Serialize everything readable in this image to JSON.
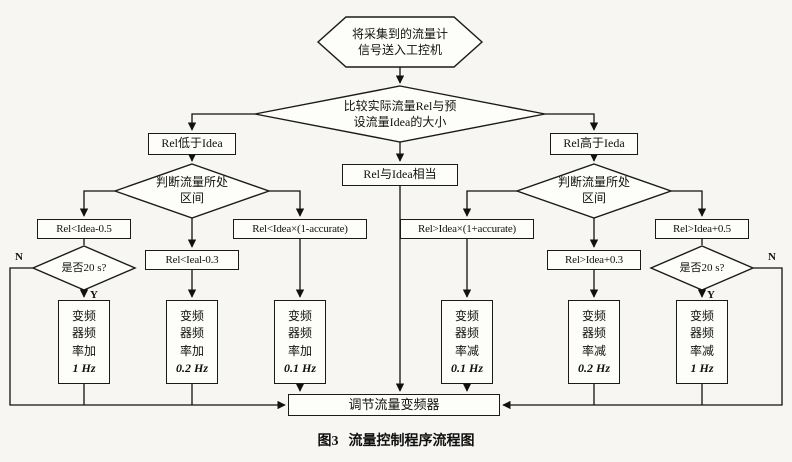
{
  "caption": {
    "figure": "图3",
    "title": "流量控制程序流程图"
  },
  "start": "将采集到的流量计\n信号送入工控机",
  "compare": "比较实际流量Rel与预\n设流量Idea的大小",
  "branch_low": "Rel低于Idea",
  "branch_equal": "Rel与Idea相当",
  "branch_high": "Rel高于Ieda",
  "judge_left": "判断流量所处\n区间",
  "judge_right": "判断流量所处\n区间",
  "cond_l1": "Rel<Idea-0.5",
  "cond_l2": "Rel<Ieal-0.3",
  "cond_l3": "Rel<Idea×(1-accurate)",
  "cond_r1": "Rel>Idea×(1+accurate)",
  "cond_r2": "Rel>Idea+0.3",
  "cond_r3": "Rel>Idea+0.5",
  "timer_left": "是否20 s?",
  "timer_right": "是否20 s?",
  "labels": {
    "n": "N",
    "y": "Y"
  },
  "freq": [
    {
      "lines": "变频\n器频\n率加",
      "value": "1 Hz"
    },
    {
      "lines": "变频\n器频\n率加",
      "value": "0.2 Hz"
    },
    {
      "lines": "变频\n器频\n率加",
      "value": "0.1 Hz"
    },
    {
      "lines": "变频\n器频\n率减",
      "value": "0.1 Hz"
    },
    {
      "lines": "变频\n器频\n率减",
      "value": "0.2 Hz"
    },
    {
      "lines": "变频\n器频\n率减",
      "value": "1 Hz"
    }
  ],
  "adjust": "调节流量变频器",
  "colors": {
    "line": "#111111",
    "node_fill": "#fdfdfa"
  }
}
